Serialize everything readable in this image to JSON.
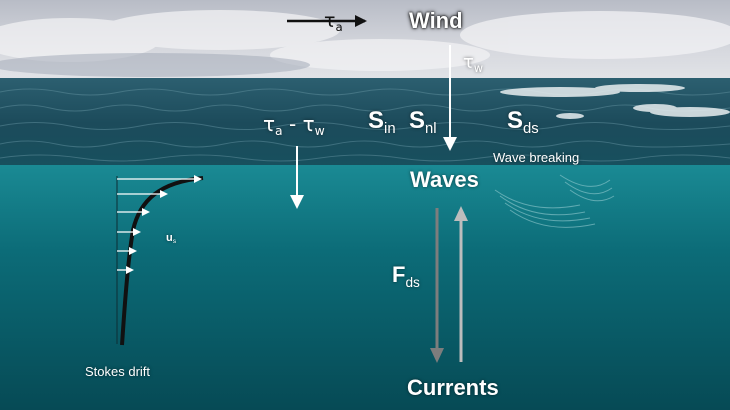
{
  "labels": {
    "tau_a": "τ",
    "tau_a_sub": "a",
    "wind": "Wind",
    "tau_w": "τ",
    "tau_w_sub": "w",
    "flux_tau_a": "τ",
    "flux_tau_a_sub": "a",
    "flux_minus": "-",
    "flux_tau_w": "τ",
    "flux_tau_w_sub": "w",
    "s_in": "S",
    "s_in_sub": "in",
    "s_nl": "S",
    "s_nl_sub": "nl",
    "s_ds": "S",
    "s_ds_sub": "ds",
    "wave_breaking": "Wave breaking",
    "waves": "Waves",
    "f_ds": "F",
    "f_ds_sub": "ds",
    "currents": "Currents",
    "u_s": "u",
    "u_s_sub": "s",
    "stokes_drift": "Stokes drift"
  },
  "colors": {
    "sky": "#c9cdd4",
    "sea_surface": "#1e4f5e",
    "ocean": "#0b5f6b",
    "arrow_light": "#ffffff",
    "arrow_gray_down": "#7d7d7d",
    "arrow_gray_up": "#b9b9b9"
  }
}
